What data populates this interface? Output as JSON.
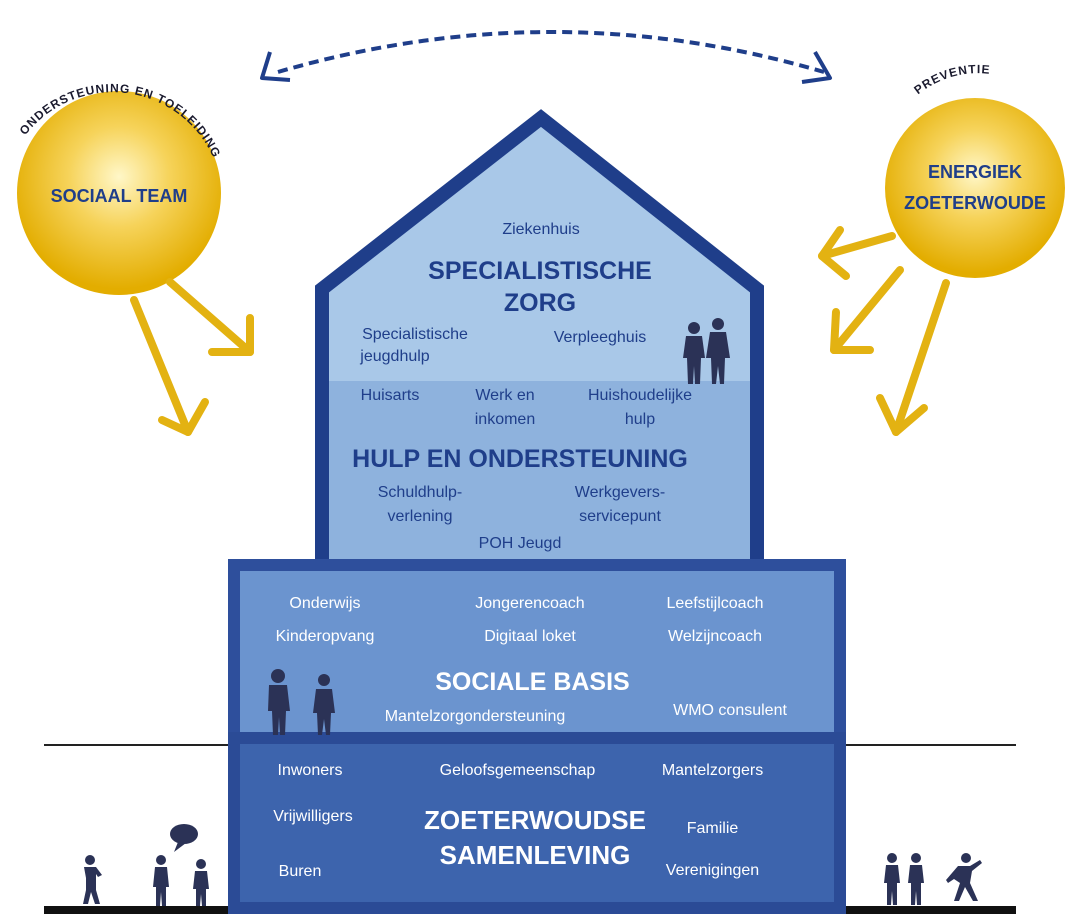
{
  "sun_left": {
    "label": "SOCIAAL TEAM",
    "arc_text": "ONDERSTEUNING EN TOELEIDING"
  },
  "sun_right": {
    "label_line1": "ENERGIEK",
    "label_line2": "ZOETERWOUDE",
    "arc_text": "PREVENTIE"
  },
  "roof": {
    "top_item": "Ziekenhuis",
    "title_line1": "SPECIALISTISCHE",
    "title_line2": "ZORG",
    "items": [
      "Specialistische",
      "jeugdhulp",
      "Verpleeghuis"
    ]
  },
  "hulp": {
    "items_top": [
      "Huisarts",
      "Werk en",
      "inkomen",
      "Huishoudelijke",
      "hulp"
    ],
    "title": "HULP EN ONDERSTEUNING",
    "items_bottom": [
      "Schuldhulp-",
      "verlening",
      "Werkgevers-",
      "servicepunt",
      "POH Jeugd"
    ]
  },
  "sociale_basis": {
    "items": [
      "Onderwijs",
      "Jongerencoach",
      "Leefstijlcoach",
      "Kinderopvang",
      "Digitaal loket",
      "Welzijncoach"
    ],
    "title": "SOCIALE BASIS",
    "items_bottom": [
      "Mantelzorgondersteuning",
      "WMO consulent"
    ]
  },
  "samenleving": {
    "items": [
      "Inwoners",
      "Geloofsgemeenschap",
      "Mantelzorgers",
      "Vrijwilligers",
      "Familie",
      "Buren",
      "Verenigingen"
    ],
    "title_line1": "ZOETERWOUDSE",
    "title_line2": "SAMENLEVING"
  },
  "colors": {
    "frame": "#1f3e8a",
    "roof_fill": "#a9c8e8",
    "hulp_fill": "#8eb2dd",
    "basis_fill": "#6b94cf",
    "basis_border": "#2e4f9c",
    "samen_fill": "#3d64ad",
    "samen_border": "#2b4b96",
    "sun": "#e9b400",
    "arrow": "#e3b212",
    "silhouette": "#2b3256"
  }
}
